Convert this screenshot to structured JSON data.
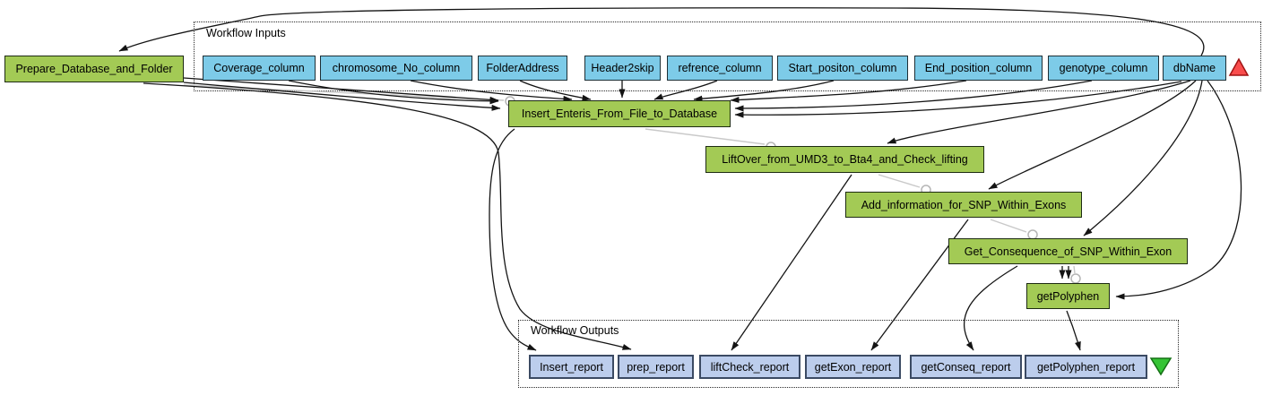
{
  "workflow": {
    "inputs_panel": {
      "label": "Workflow Inputs"
    },
    "outputs_panel": {
      "label": "Workflow Outputs"
    },
    "inputs": [
      {
        "label": "Coverage_column"
      },
      {
        "label": "chromosome_No_column"
      },
      {
        "label": "FolderAddress"
      },
      {
        "label": "Header2skip"
      },
      {
        "label": "refrence_column"
      },
      {
        "label": "Start_positon_column"
      },
      {
        "label": "End_position_column"
      },
      {
        "label": "genotype_column"
      },
      {
        "label": "dbName"
      }
    ],
    "processors": [
      {
        "label": "Prepare_Database_and_Folder"
      },
      {
        "label": "Insert_Enteris_From_File_to_Database"
      },
      {
        "label": "LiftOver_from_UMD3_to_Bta4_and_Check_lifting"
      },
      {
        "label": "Add_information_for_SNP_Within_Exons"
      },
      {
        "label": "Get_Consequence_of_SNP_Within_Exon"
      },
      {
        "label": "getPolyphen"
      }
    ],
    "outputs": [
      {
        "label": "Insert_report"
      },
      {
        "label": "prep_report"
      },
      {
        "label": "liftCheck_report"
      },
      {
        "label": "getExon_report"
      },
      {
        "label": "getConseq_report"
      },
      {
        "label": "getPolyphen_report"
      }
    ],
    "colors": {
      "input_fill": "#7dcbe8",
      "processor_fill": "#a3ca55",
      "output_fill": "#bccdec",
      "input_marker": "#f94d4d",
      "output_marker": "#35c435",
      "edge": "#141414",
      "control_link": "#c9c9c9"
    }
  }
}
